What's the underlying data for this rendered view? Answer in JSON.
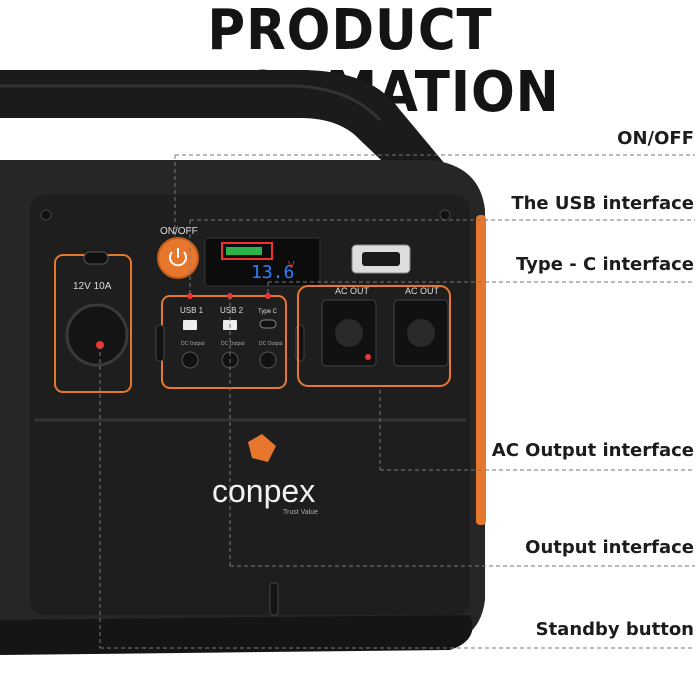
{
  "header": {
    "title": "PRODUCT INFORMATION"
  },
  "callouts": [
    {
      "key": "on_off",
      "label": "ON/OFF"
    },
    {
      "key": "usb",
      "label": "The USB interface"
    },
    {
      "key": "type_c",
      "label": "Type - C interface"
    },
    {
      "key": "ac",
      "label": "AC Output interface"
    },
    {
      "key": "output",
      "label": "Output interface"
    },
    {
      "key": "standby",
      "label": "Standby button"
    }
  ],
  "device": {
    "power_label": "ON/OFF",
    "car_port_label": "12V 10A",
    "display_value": "13.6",
    "display_unit": "V",
    "usb1_label": "USB 1",
    "usb2_label": "USB 2",
    "typec_label": "Type C",
    "dc_label": "DC Output",
    "ac_out_1": "AC OUT",
    "ac_out_2": "AC OUT",
    "brand": "conpex",
    "tagline": "Trust Value"
  },
  "colors": {
    "accent": "#e8772e",
    "body": "#2a2a2a",
    "panel": "#1f1f1f",
    "display": "#2a7fff"
  }
}
